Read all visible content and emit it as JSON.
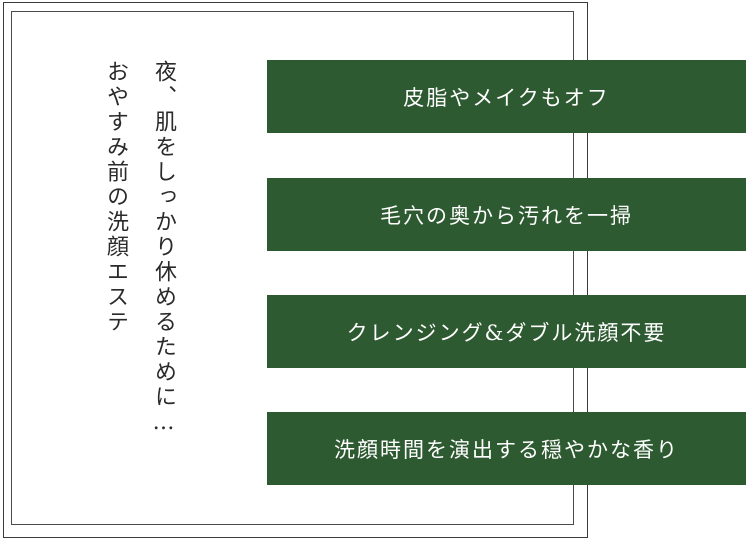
{
  "headline": {
    "line1": "夜、肌をしっかり休めるために…",
    "line2": "おやすみ前の洗顔エステ"
  },
  "features": [
    {
      "label": "皮脂やメイクもオフ"
    },
    {
      "label": "毛穴の奥から汚れを一掃"
    },
    {
      "label": "クレンジング&ダブル洗顔不要"
    },
    {
      "label": "洗顔時間を演出する穏やかな香り"
    }
  ],
  "colors": {
    "feature_box_background": "#2e5a31",
    "feature_box_text": "#ffffff",
    "headline_text": "#2a2a2a",
    "frame_border": "#3a3a3a"
  }
}
